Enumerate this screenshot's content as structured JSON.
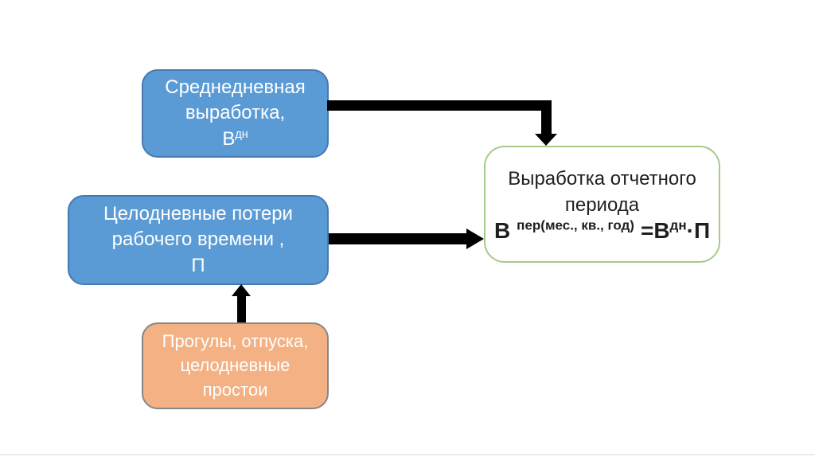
{
  "colors": {
    "blue_fill": "#5b9bd5",
    "blue_border": "#4679b2",
    "orange_fill": "#f4b183",
    "orange_border": "#85868c",
    "green_border": "#a6ca8a",
    "arrow": "#000000",
    "light_text": "#ffffff",
    "dark_text": "#1f1f1f",
    "slide_edge": "#ebebeb"
  },
  "boxes": {
    "avg_daily_output": {
      "line1": "Среднедневная",
      "line2": "выработка,",
      "line3_base": "В",
      "line3_sup": "дн"
    },
    "full_day_losses": {
      "line1": "Целодневные потери",
      "line2": "рабочего времени ,",
      "line3": "П"
    },
    "absenteeism": {
      "line1": "Прогулы, отпуска,",
      "line2": "целодневные",
      "line3": "простои"
    },
    "reporting_output": {
      "line1": "Выработка отчетного",
      "line2": "периода",
      "formula": {
        "base1": "В",
        "sup1": "пер(мес., кв., год)",
        "eq": "=В",
        "sup2": "дн",
        "dot": "·",
        "end": "П"
      }
    }
  }
}
